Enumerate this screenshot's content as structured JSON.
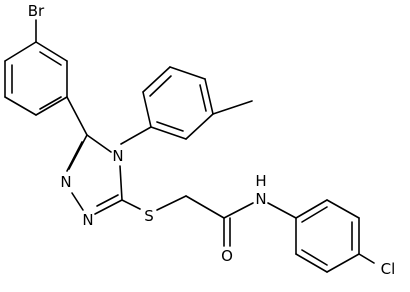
{
  "molecule": {
    "atoms": {
      "Br": "Br",
      "N4": "N",
      "N1": "N",
      "N2": "N",
      "S": "S",
      "O": "O",
      "NH": "N",
      "H": "H",
      "Cl": "Cl"
    }
  }
}
